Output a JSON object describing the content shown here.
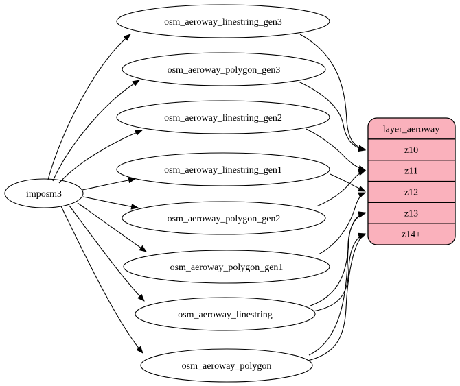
{
  "diagram": {
    "type": "etl-graph",
    "background_color": "#ffffff",
    "edge_color": "#000000",
    "source": {
      "label": "imposm3"
    },
    "tables": [
      {
        "label": "osm_aeroway_linestring_gen3"
      },
      {
        "label": "osm_aeroway_polygon_gen3"
      },
      {
        "label": "osm_aeroway_linestring_gen2"
      },
      {
        "label": "osm_aeroway_linestring_gen1"
      },
      {
        "label": "osm_aeroway_polygon_gen2"
      },
      {
        "label": "osm_aeroway_polygon_gen1"
      },
      {
        "label": "osm_aeroway_linestring"
      },
      {
        "label": "osm_aeroway_polygon"
      }
    ],
    "layer": {
      "header": "layer_aeroway",
      "rows": [
        "z10",
        "z11",
        "z12",
        "z13",
        "z14+"
      ],
      "fill_color": "#fab1bc",
      "stroke_color": "#000000"
    },
    "edges": [
      {
        "from": "imposm3",
        "to": "osm_aeroway_linestring_gen3"
      },
      {
        "from": "imposm3",
        "to": "osm_aeroway_polygon_gen3"
      },
      {
        "from": "imposm3",
        "to": "osm_aeroway_linestring_gen2"
      },
      {
        "from": "imposm3",
        "to": "osm_aeroway_linestring_gen1"
      },
      {
        "from": "imposm3",
        "to": "osm_aeroway_polygon_gen2"
      },
      {
        "from": "imposm3",
        "to": "osm_aeroway_polygon_gen1"
      },
      {
        "from": "imposm3",
        "to": "osm_aeroway_linestring"
      },
      {
        "from": "imposm3",
        "to": "osm_aeroway_polygon"
      },
      {
        "from": "osm_aeroway_linestring_gen3",
        "to": "layer_aeroway:z10"
      },
      {
        "from": "osm_aeroway_polygon_gen3",
        "to": "layer_aeroway:z10"
      },
      {
        "from": "osm_aeroway_linestring_gen2",
        "to": "layer_aeroway:z11"
      },
      {
        "from": "osm_aeroway_polygon_gen2",
        "to": "layer_aeroway:z11"
      },
      {
        "from": "osm_aeroway_linestring_gen1",
        "to": "layer_aeroway:z12"
      },
      {
        "from": "osm_aeroway_polygon_gen1",
        "to": "layer_aeroway:z12"
      },
      {
        "from": "osm_aeroway_linestring",
        "to": "layer_aeroway:z13"
      },
      {
        "from": "osm_aeroway_polygon",
        "to": "layer_aeroway:z13"
      },
      {
        "from": "osm_aeroway_linestring",
        "to": "layer_aeroway:z14+"
      },
      {
        "from": "osm_aeroway_polygon",
        "to": "layer_aeroway:z14+"
      }
    ]
  }
}
